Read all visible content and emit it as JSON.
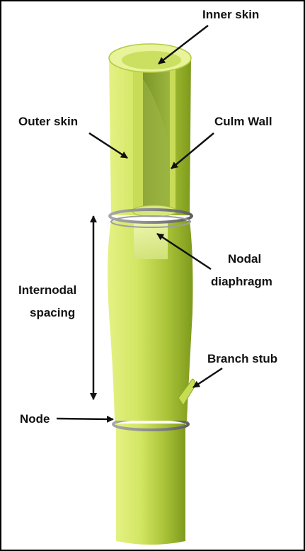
{
  "labels": {
    "inner_skin": "Inner skin",
    "outer_skin": "Outer skin",
    "culm_wall": "Culm Wall",
    "nodal_diaphragm_line1": "Nodal",
    "nodal_diaphragm_line2": "diaphragm",
    "internodal_spacing_line1": "Internodal",
    "internodal_spacing_line2": "spacing",
    "branch_stub": "Branch stub",
    "node": "Node"
  },
  "colors": {
    "culm_light": "#e1ef7a",
    "culm_mid": "#b6cf3b",
    "culm_dark": "#7e9a1c",
    "inner_wall": "#8ea63a",
    "node_ring": "#8f8f8f",
    "arrow": "#111111"
  }
}
